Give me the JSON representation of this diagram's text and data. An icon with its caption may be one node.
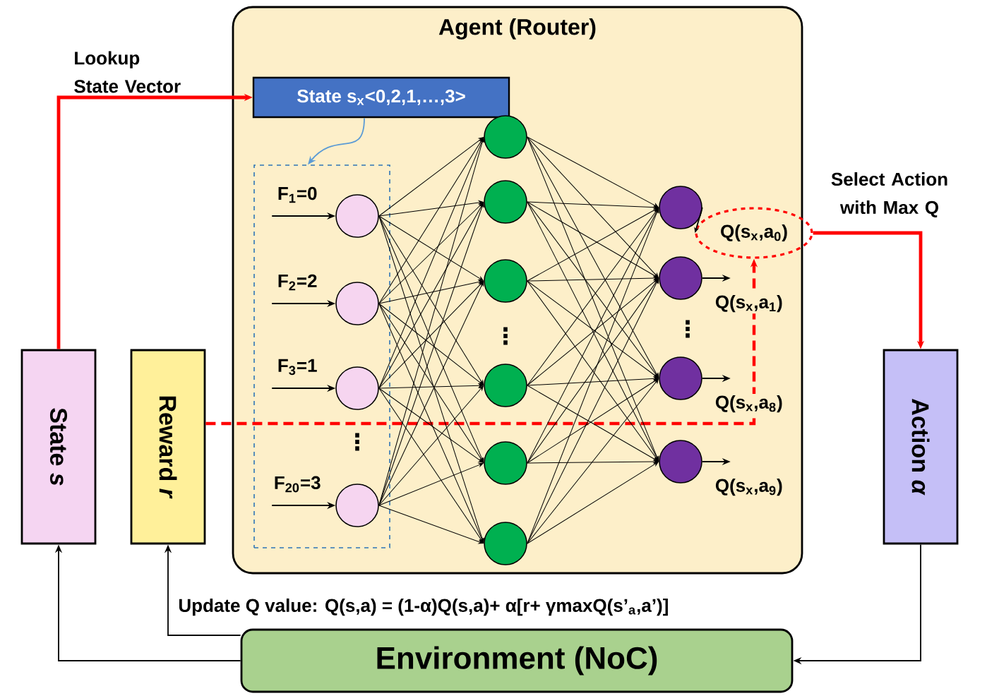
{
  "diagram": {
    "nodes": [
      {
        "text": [
          "Agent (Router)"
        ]
      },
      {
        "text": [
          "State s$_{x}$<0,2,1,…,3>"
        ],
        "in": 0
      },
      {
        "text": [],
        "shape": "box",
        "in": 0
      },
      {
        "text": [],
        "shape": "circle",
        "in": 2
      },
      {
        "text": [],
        "shape": "circle",
        "in": 2
      },
      {
        "text": [],
        "shape": "circle",
        "in": 2
      },
      {
        "text": [],
        "shape": "circle",
        "in": 2
      },
      {
        "text": [],
        "shape": "circle",
        "in": 0
      },
      {
        "text": [],
        "shape": "circle",
        "in": 0
      },
      {
        "text": [],
        "shape": "circle",
        "in": 0
      },
      {
        "text": [],
        "shape": "circle",
        "in": 0
      },
      {
        "text": [],
        "shape": "circle",
        "in": 0
      },
      {
        "text": [],
        "shape": "circle",
        "in": 0
      },
      {
        "text": [],
        "shape": "circle",
        "in": 0
      },
      {
        "text": [],
        "shape": "circle",
        "in": 0
      },
      {
        "text": [],
        "shape": "circle",
        "in": 0
      },
      {
        "text": [],
        "shape": "circle",
        "in": 0
      },
      {
        "text": [
          "Q(s$_{x}$,a$_{0}$)"
        ],
        "in": 0
      },
      {
        "text": [
          "State *s*"
        ]
      },
      {
        "text": [
          "Reward *r*"
        ]
      },
      {
        "text": [
          "Action *α*"
        ]
      },
      {
        "text": [
          "Environment (NoC)"
        ]
      }
    ],
    "edges": [
      {
        "from": 18,
        "to": 1,
        "arrow": "to",
        "label": "Lookup State Vector",
        "style": "thick",
        "color": "#ff0000"
      },
      {
        "from": 1,
        "to": 2,
        "arrow": "to",
        "color": "#5b9bd5"
      },
      {
        "from": 17,
        "to": 20,
        "arrow": "to",
        "label": "Select Action with Max Q",
        "style": "thick",
        "color": "#ff0000"
      },
      {
        "from": 19,
        "to": 17,
        "arrow": "to",
        "style": "dashed",
        "color": "#ff0000"
      },
      {
        "from": 21,
        "to": 18,
        "arrow": "to"
      },
      {
        "from": 21,
        "to": 19,
        "arrow": "to"
      },
      {
        "from": 20,
        "to": 21,
        "arrow": "to"
      },
      {
        "from": null,
        "to": 3,
        "arrow": "to",
        "label": "F$_{1}$=0"
      },
      {
        "from": null,
        "to": 4,
        "arrow": "to",
        "label": "F$_{2}$=2"
      },
      {
        "from": null,
        "to": 5,
        "arrow": "to",
        "label": "F$_{3}$=1"
      },
      {
        "from": null,
        "to": 6,
        "arrow": "to",
        "label": "F$_{20}$=3"
      },
      {
        "from": 13,
        "to": 17,
        "arrow": "to"
      },
      {
        "from": 14,
        "to": null,
        "arrow": "to",
        "label": "Q(s$_{x}$,a$_{1}$)"
      },
      {
        "from": 15,
        "to": null,
        "arrow": "to",
        "label": "Q(s$_{x}$,a$_{8}$)"
      },
      {
        "from": 16,
        "to": null,
        "arrow": "to",
        "label": "Q(s$_{x}$,a$_{9}$)"
      },
      {
        "from": 3,
        "to": 7,
        "arrow": "to"
      },
      {
        "from": 3,
        "to": 8,
        "arrow": "to"
      },
      {
        "from": 3,
        "to": 9,
        "arrow": "to"
      },
      {
        "from": 3,
        "to": 10,
        "arrow": "to"
      },
      {
        "from": 3,
        "to": 11,
        "arrow": "to"
      },
      {
        "from": 3,
        "to": 12,
        "arrow": "to"
      },
      {
        "from": 4,
        "to": 7,
        "arrow": "to"
      },
      {
        "from": 4,
        "to": 8,
        "arrow": "to"
      },
      {
        "from": 4,
        "to": 9,
        "arrow": "to"
      },
      {
        "from": 4,
        "to": 10,
        "arrow": "to"
      },
      {
        "from": 4,
        "to": 11,
        "arrow": "to"
      },
      {
        "from": 4,
        "to": 12,
        "arrow": "to"
      },
      {
        "from": 5,
        "to": 7,
        "arrow": "to"
      },
      {
        "from": 5,
        "to": 8,
        "arrow": "to"
      },
      {
        "from": 5,
        "to": 9,
        "arrow": "to"
      },
      {
        "from": 5,
        "to": 10,
        "arrow": "to"
      },
      {
        "from": 5,
        "to": 11,
        "arrow": "to"
      },
      {
        "from": 5,
        "to": 12,
        "arrow": "to"
      },
      {
        "from": 6,
        "to": 7,
        "arrow": "to"
      },
      {
        "from": 6,
        "to": 8,
        "arrow": "to"
      },
      {
        "from": 6,
        "to": 9,
        "arrow": "to"
      },
      {
        "from": 6,
        "to": 10,
        "arrow": "to"
      },
      {
        "from": 6,
        "to": 11,
        "arrow": "to"
      },
      {
        "from": 6,
        "to": 12,
        "arrow": "to"
      },
      {
        "from": 7,
        "to": 13,
        "arrow": "to"
      },
      {
        "from": 7,
        "to": 14,
        "arrow": "to"
      },
      {
        "from": 7,
        "to": 15,
        "arrow": "to"
      },
      {
        "from": 7,
        "to": 16,
        "arrow": "to"
      },
      {
        "from": 8,
        "to": 13,
        "arrow": "to"
      },
      {
        "from": 8,
        "to": 14,
        "arrow": "to"
      },
      {
        "from": 8,
        "to": 15,
        "arrow": "to"
      },
      {
        "from": 8,
        "to": 16,
        "arrow": "to"
      },
      {
        "from": 9,
        "to": 13,
        "arrow": "to"
      },
      {
        "from": 9,
        "to": 14,
        "arrow": "to"
      },
      {
        "from": 9,
        "to": 15,
        "arrow": "to"
      },
      {
        "from": 9,
        "to": 16,
        "arrow": "to"
      },
      {
        "from": 10,
        "to": 13,
        "arrow": "to"
      },
      {
        "from": 10,
        "to": 14,
        "arrow": "to"
      },
      {
        "from": 10,
        "to": 15,
        "arrow": "to"
      },
      {
        "from": 10,
        "to": 16,
        "arrow": "to"
      },
      {
        "from": 11,
        "to": 13,
        "arrow": "to"
      },
      {
        "from": 11,
        "to": 14,
        "arrow": "to"
      },
      {
        "from": 11,
        "to": 15,
        "arrow": "to"
      },
      {
        "from": 11,
        "to": 16,
        "arrow": "to"
      },
      {
        "from": 12,
        "to": 13,
        "arrow": "to"
      },
      {
        "from": 12,
        "to": 14,
        "arrow": "to"
      },
      {
        "from": 12,
        "to": 15,
        "arrow": "to"
      },
      {
        "from": 12,
        "to": 16,
        "arrow": "to"
      }
    ],
    "labels": [
      "⋮",
      "⋮",
      "⋮",
      "Update Q value: Q(s,a) = (1-α)Q(s,a)+ α[r+ γmaxQ(s’$_{a}$,a’)]"
    ]
  }
}
